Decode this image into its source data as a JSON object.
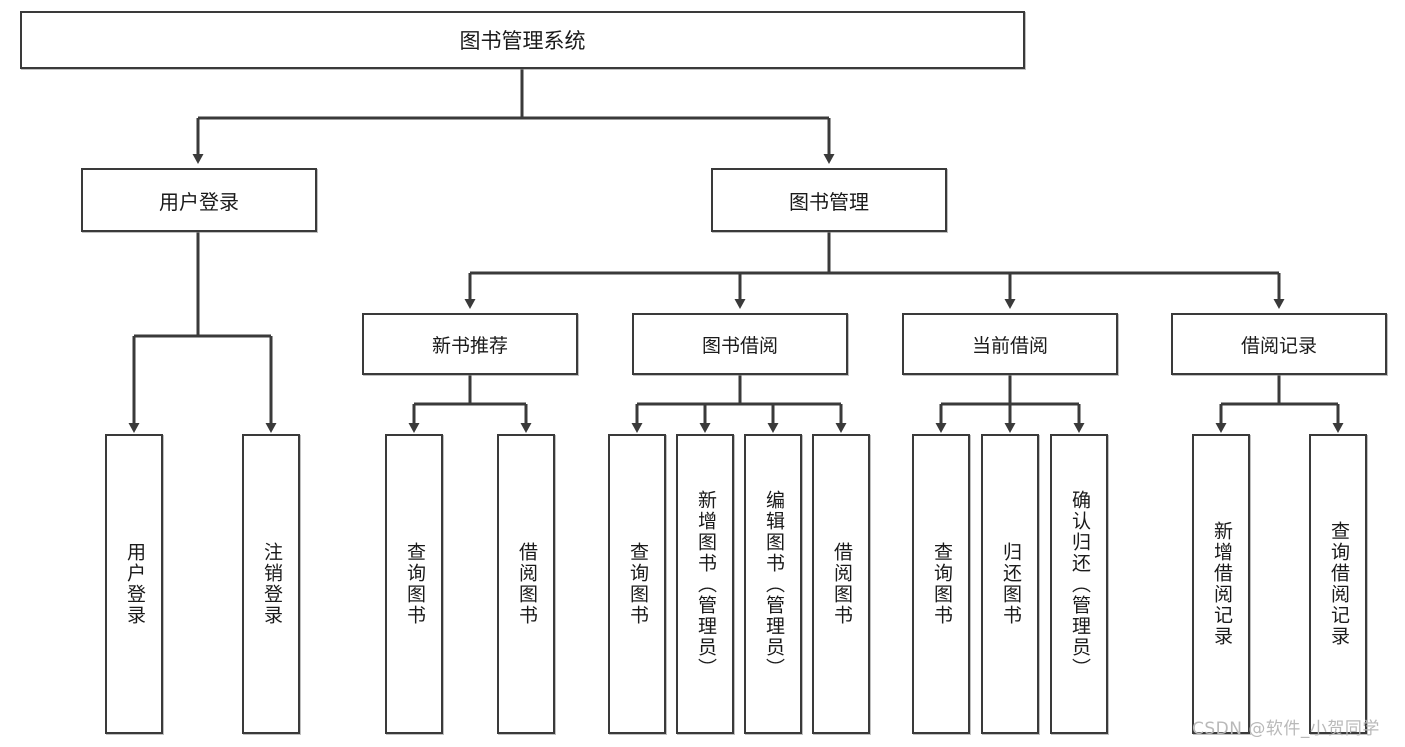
{
  "diagram": {
    "title": "图书管理系统",
    "type": "tree-hierarchy",
    "root": {
      "label": "图书管理系统"
    },
    "level2": [
      {
        "label": "用户登录"
      },
      {
        "label": "图书管理"
      }
    ],
    "level3": [
      {
        "label": "新书推荐"
      },
      {
        "label": "图书借阅"
      },
      {
        "label": "当前借阅"
      },
      {
        "label": "借阅记录"
      }
    ],
    "leaves": [
      {
        "label": "用户登录"
      },
      {
        "label": "注销登录"
      },
      {
        "label": "查询图书"
      },
      {
        "label": "借阅图书"
      },
      {
        "label": "查询图书"
      },
      {
        "label": "新增图书（管理员）"
      },
      {
        "label": "编辑图书（管理员）"
      },
      {
        "label": "借阅图书"
      },
      {
        "label": "查询图书"
      },
      {
        "label": "归还图书"
      },
      {
        "label": "确认归还（管理员）"
      },
      {
        "label": "新增借阅记录"
      },
      {
        "label": "查询借阅记录"
      }
    ],
    "colors": {
      "stroke": "#3a3a3a",
      "fill": "#ffffff",
      "text": "#1a1a1a",
      "watermark": "#b9b9b9"
    }
  },
  "watermark": {
    "text": "CSDN @软件_小贺同学"
  }
}
